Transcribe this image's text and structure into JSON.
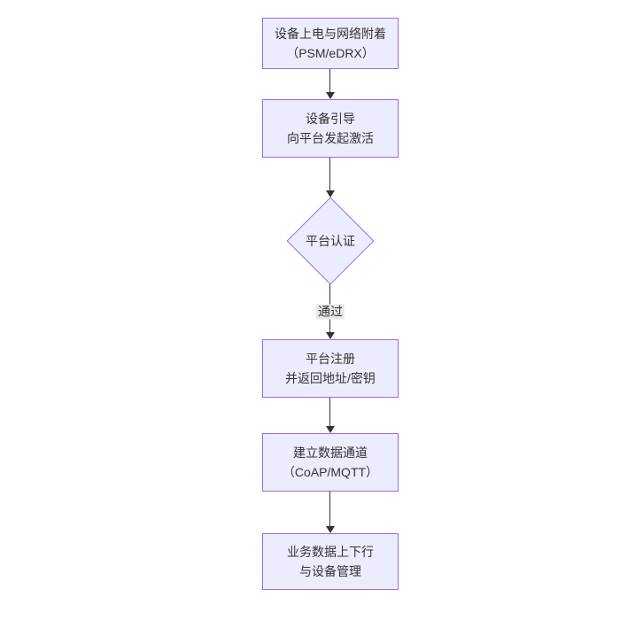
{
  "diagram": {
    "type": "flowchart",
    "direction": "top-down",
    "nodes": [
      {
        "id": "power_attach",
        "shape": "rect",
        "lines": [
          "设备上电与网络附着",
          "（PSM/eDRX）"
        ]
      },
      {
        "id": "bootstrap",
        "shape": "rect",
        "lines": [
          "设备引导",
          "向平台发起激活"
        ]
      },
      {
        "id": "platform_auth",
        "shape": "diamond",
        "lines": [
          "平台认证"
        ]
      },
      {
        "id": "platform_register",
        "shape": "rect",
        "lines": [
          "平台注册",
          "并返回地址/密钥"
        ]
      },
      {
        "id": "data_channel",
        "shape": "rect",
        "lines": [
          "建立数据通道",
          "（CoAP/MQTT）"
        ]
      },
      {
        "id": "business_mgmt",
        "shape": "rect",
        "lines": [
          "业务数据上下行",
          "与设备管理"
        ]
      }
    ],
    "edges": [
      {
        "from": "power_attach",
        "to": "bootstrap",
        "label": ""
      },
      {
        "from": "bootstrap",
        "to": "platform_auth",
        "label": ""
      },
      {
        "from": "platform_auth",
        "to": "platform_register",
        "label": "通过"
      },
      {
        "from": "platform_register",
        "to": "data_channel",
        "label": ""
      },
      {
        "from": "data_channel",
        "to": "business_mgmt",
        "label": ""
      }
    ]
  },
  "colors": {
    "node_fill": "#ECECFF",
    "node_border": "#9370DB",
    "node_text": "#333333",
    "edge_line": "#333333",
    "edge_label_bg": "#e8e8e8",
    "canvas_bg": "#ffffff"
  }
}
